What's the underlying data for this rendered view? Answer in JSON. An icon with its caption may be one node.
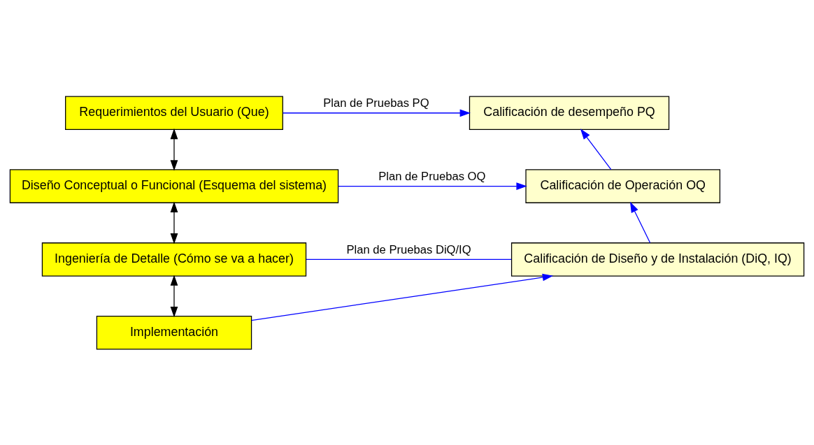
{
  "diagram": {
    "nodes": [
      {
        "text": [
          "Requerimientos del Usuario (Que)"
        ]
      },
      {
        "text": [
          "Diseño Conceptual o Funcional (Esquema del sistema)"
        ]
      },
      {
        "text": [
          "Ingeniería de Detalle (Cómo se va a hacer)"
        ]
      },
      {
        "text": [
          "Implementación"
        ]
      },
      {
        "text": [
          "Calificación de Diseño y de Instalación (DiQ, IQ)"
        ]
      },
      {
        "text": [
          "Calificación de Operación OQ"
        ]
      },
      {
        "text": [
          "Calificación de desempeño PQ"
        ]
      }
    ],
    "edges": [
      {
        "from": 0,
        "to": 6,
        "arrow": "to",
        "label": "Plan de Pruebas PQ"
      },
      {
        "from": 0,
        "to": 1,
        "arrow": "both",
        "color": "#000000"
      },
      {
        "from": 1,
        "to": 5,
        "arrow": "to",
        "label": "Plan de Pruebas OQ"
      },
      {
        "from": 5,
        "to": 6,
        "arrow": "to"
      },
      {
        "from": 1,
        "to": 2,
        "arrow": "both",
        "color": "#000000"
      },
      {
        "from": 4,
        "to": 5,
        "arrow": "to"
      },
      {
        "from": 2,
        "to": 4,
        "arrow": "none",
        "label": "Plan de Pruebas DiQ/IQ"
      },
      {
        "from": 2,
        "to": 3,
        "arrow": "both",
        "color": "#000000"
      },
      {
        "from": 3,
        "to": 4,
        "arrow": "to"
      }
    ]
  }
}
